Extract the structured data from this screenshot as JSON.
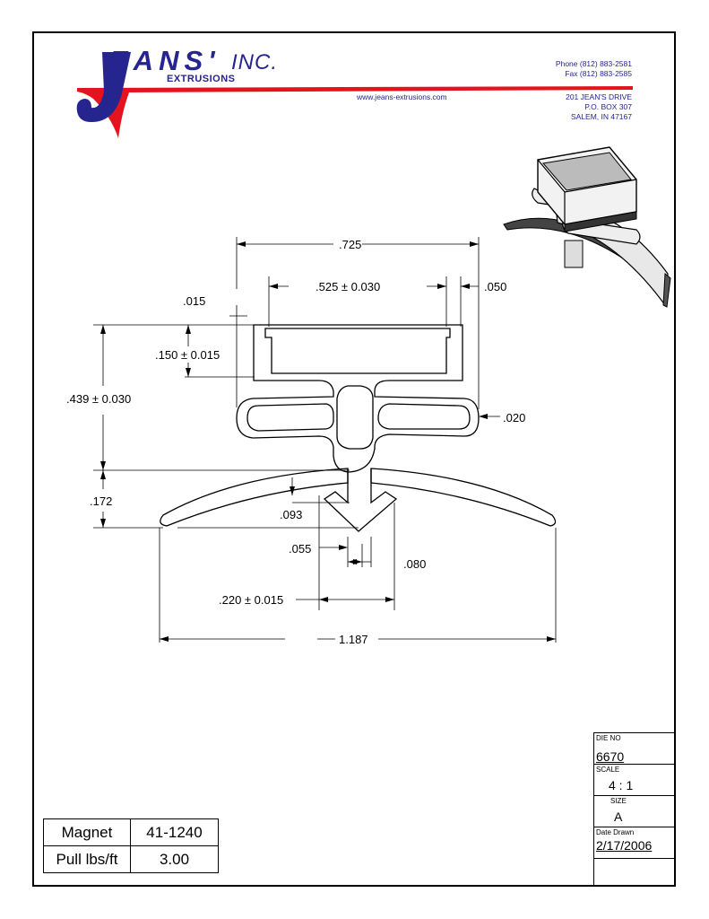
{
  "company": {
    "logo_name": "EANS'",
    "logo_initial": "J",
    "logo_inc": "INC.",
    "logo_sub": "EXTRUSIONS",
    "phone": "Phone (812) 883-2581",
    "fax": "Fax (812) 883-2585",
    "website": "www.jeans-extrusions.com",
    "address1": "201 JEAN'S DRIVE",
    "address2": "P.O. BOX 307",
    "address3": "SALEM, IN 47167",
    "brand_blue": "#26248f",
    "brand_red": "#e4141e"
  },
  "dimensions": {
    "d_725": ".725",
    "d_525": ".525 ± 0.030",
    "d_050": ".050",
    "d_015": ".015",
    "d_150": ".150 ± 0.015",
    "d_439": ".439 ± 0.030",
    "d_020": ".020",
    "d_172": ".172",
    "d_093": ".093",
    "d_055": ".055",
    "d_080": ".080",
    "d_220": ".220 ± 0.015",
    "d_1187": "1.187"
  },
  "magnet_table": [
    {
      "label": "Magnet",
      "value": "41-1240"
    },
    {
      "label": "Pull lbs/ft",
      "value": "3.00"
    }
  ],
  "title_block": {
    "die_no_caption": "DIE NO",
    "die_no": "6670",
    "scale_caption": "SCALE",
    "scale": "4 : 1",
    "size_caption": "SIZE",
    "size": "A",
    "date_caption": "Date Drawn",
    "date": "2/17/2006"
  }
}
